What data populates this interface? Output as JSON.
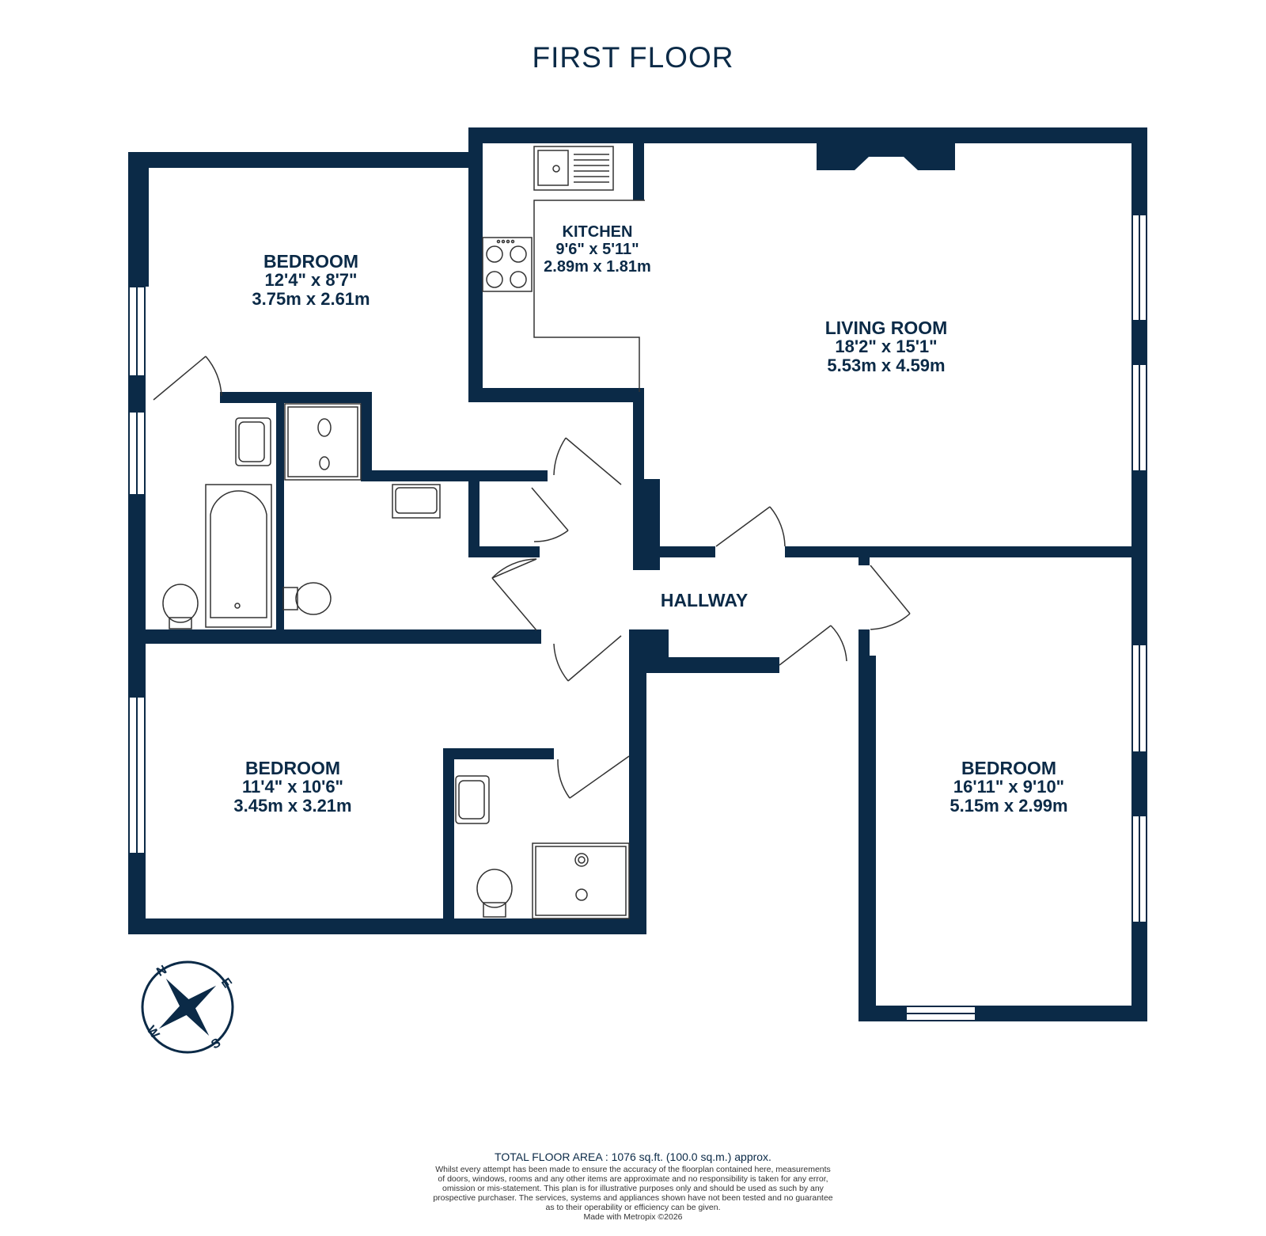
{
  "title": "FIRST FLOOR",
  "colors": {
    "wall": "#0b2a47",
    "fixture": "#333333",
    "background": "#ffffff"
  },
  "rooms": [
    {
      "id": "bedroom_nw",
      "name": "BEDROOM",
      "imperial": "12'4\"  x 8'7\"",
      "metric": "3.75m  x 2.61m"
    },
    {
      "id": "kitchen",
      "name": "KITCHEN",
      "imperial": "9'6\"  x 5'11\"",
      "metric": "2.89m  x 1.81m"
    },
    {
      "id": "living_room",
      "name": "LIVING ROOM",
      "imperial": "18'2\"  x 15'1\"",
      "metric": "5.53m  x 4.59m"
    },
    {
      "id": "hallway",
      "name": "HALLWAY"
    },
    {
      "id": "bedroom_sw",
      "name": "BEDROOM",
      "imperial": "11'4\"  x 10'6\"",
      "metric": "3.45m  x 3.21m"
    },
    {
      "id": "bedroom_e",
      "name": "BEDROOM",
      "imperial": "16'11\"  x 9'10\"",
      "metric": "5.15m  x 2.99m"
    }
  ],
  "compass": {
    "n": "N",
    "e": "E",
    "s": "S",
    "w": "W"
  },
  "footer": {
    "area": "TOTAL FLOOR AREA : 1076 sq.ft. (100.0 sq.m.) approx.",
    "disclaimer_lines": [
      "Whilst every attempt has been made to ensure the accuracy of the floorplan contained here, measurements",
      "of doors, windows, rooms and any other items are approximate and no responsibility is taken for any error,",
      "omission or mis-statement. This plan is for illustrative purposes only and should be used as such by any",
      "prospective purchaser. The services, systems and appliances shown have not been tested and no guarantee",
      "as to their operability or efficiency can be given."
    ],
    "made_with": "Made with Metropix ©2026"
  }
}
